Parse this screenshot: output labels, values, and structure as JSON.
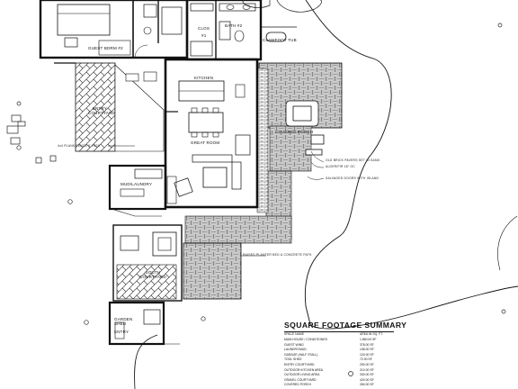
{
  "rooms": {
    "guest_bdrm": "GUEST BDRM #2",
    "closet": "CLOS",
    "closet_no": "#1",
    "bath": "BATH #2",
    "clawfoot_tub": "CLAWFOOT TUB",
    "kitchen": "KITCHEN",
    "great_room": "GREAT ROOM",
    "entry_courtyard": "ENTRY COURTYARD",
    "covered_porch": "COVERED PORCH",
    "mudroom_laundry": "MUD/LAUNDRY",
    "south_courtyard": "SOUTH COURTYARD",
    "garden_shed": "GARDEN SHED",
    "entry": "ENTRY"
  },
  "notes": {
    "west_note": "4x4 PLANK FENCE 6' HIGH",
    "porch_note_1": "OLD BRICK PAVERS SET IN SAND",
    "porch_note_2": "ALDER/FIR 18\" OC",
    "porch_note_3": "SALVAGED DOORS WITH ISLAND",
    "south_note": "RAISED PLANTER BED & CONCRETE PATH"
  },
  "summary": {
    "title": "SQUARE FOOTAGE SUMMARY",
    "header_name": "SPACE NAME",
    "header_value": "AREA IN SQ. FT.",
    "rows": [
      {
        "name": "MAIN HOUSE / CONDITIONED",
        "value": "1,860.00 SF"
      },
      {
        "name": "GUEST WING",
        "value": "378.00 SF"
      },
      {
        "name": "LAUNDRY/MUD",
        "value": "108.00 SF"
      },
      {
        "name": "GARAGE (HALF STALL)",
        "value": "120.00 SF"
      },
      {
        "name": "TOOL SHED",
        "value": "72.00 SF"
      },
      {
        "name": "ENTRY COURTYARD",
        "value": "290.00 SF"
      },
      {
        "name": "OUTDOOR KITCHEN AREA",
        "value": "210.00 SF"
      },
      {
        "name": "OUTDOOR LIVING AREA",
        "value": "330.00 SF"
      },
      {
        "name": "GRAVEL COURTYARD",
        "value": "420.00 SF"
      },
      {
        "name": "COVERED PORCH",
        "value": "260.00 SF"
      }
    ]
  }
}
